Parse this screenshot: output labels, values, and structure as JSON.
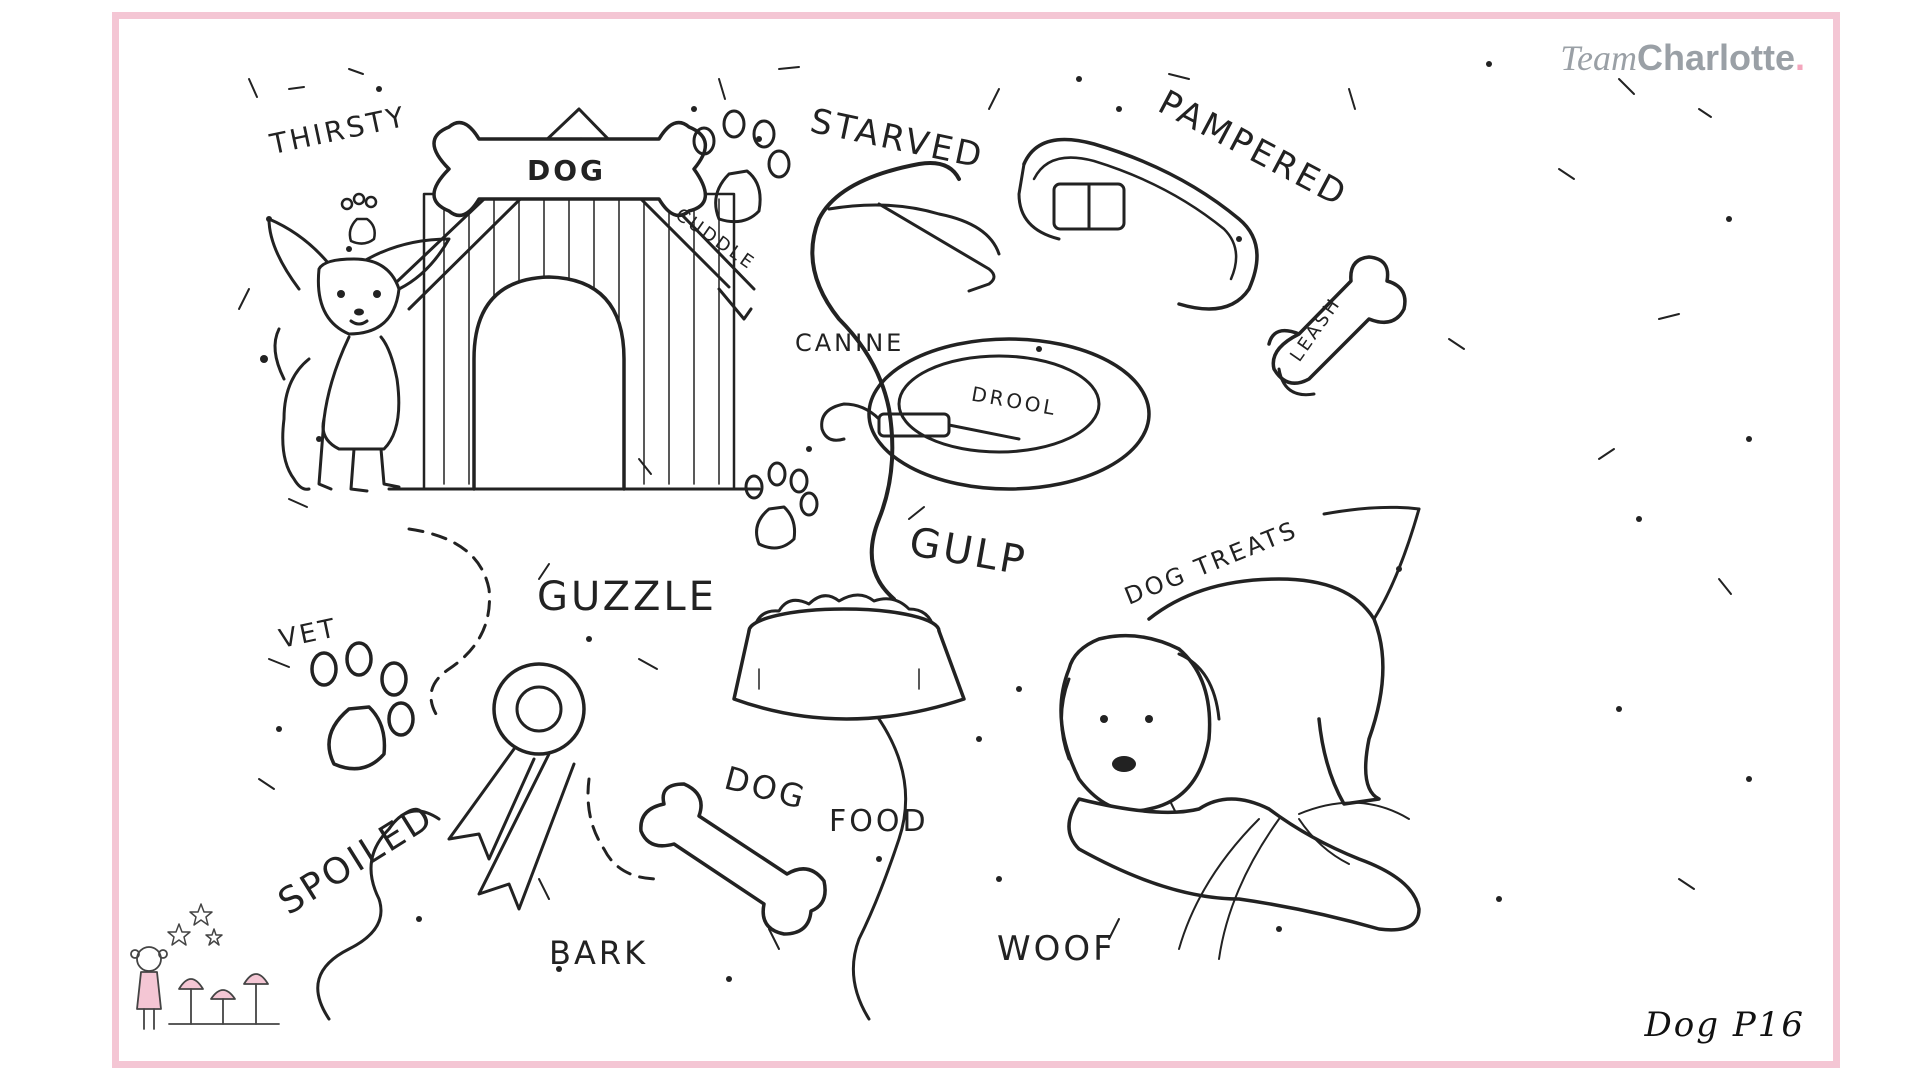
{
  "brand": {
    "prefix": "Team",
    "name": "Charlotte",
    "dot": "."
  },
  "page_label": "Dog  P16",
  "words": {
    "thirsty": "THIRSTY",
    "dog_sign": "DOG",
    "cuddle": "CUDDLE",
    "starved": "STARVED",
    "pampered": "PAMPERED",
    "canine": "CANINE",
    "drool": "DROOL",
    "leash": "LEASH",
    "gulp": "GULP",
    "dog_treats": "DOG TREATS",
    "guzzle": "GUZZLE",
    "vet": "VET",
    "spoiled": "SPOILED",
    "dog": "DOG",
    "food": "FOOD",
    "bark": "BARK",
    "woof": "WOOF"
  },
  "colors": {
    "border": "#f4c6d4",
    "ink": "#222222",
    "brand": "#9aa0a6"
  }
}
